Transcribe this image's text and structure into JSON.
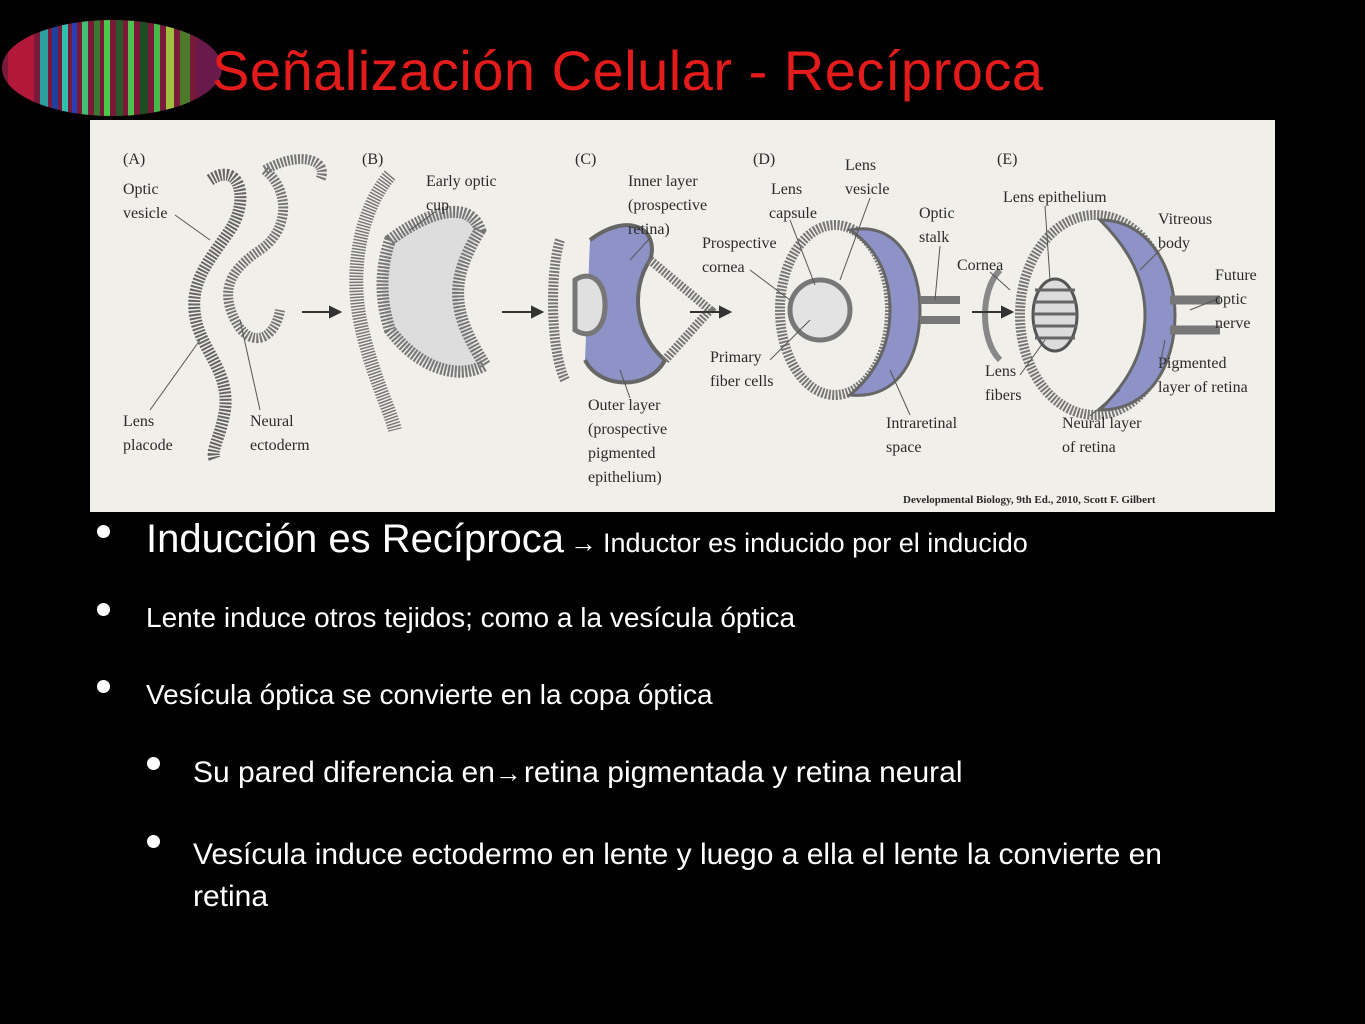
{
  "slide": {
    "title": "Señalización Celular - Recíproca"
  },
  "figure": {
    "panels": [
      {
        "letter": "(A)",
        "labels": [
          "Optic",
          "vesicle",
          "Lens",
          "placode",
          "Neural",
          "ectoderm"
        ]
      },
      {
        "letter": "(B)",
        "labels": [
          "Early optic",
          "cup"
        ]
      },
      {
        "letter": "(C)",
        "labels": [
          "Inner layer",
          "(prospective",
          "retina)",
          "Outer layer",
          "(prospective",
          "pigmented",
          "epithelium)"
        ]
      },
      {
        "letter": "(D)",
        "labels": [
          "Lens",
          "capsule",
          "Lens",
          "vesicle",
          "Optic",
          "stalk",
          "Prospective",
          "cornea",
          "Primary",
          "fiber cells",
          "Intraretinal",
          "space"
        ]
      },
      {
        "letter": "(E)",
        "labels": [
          "Lens epithelium",
          "Vitreous",
          "body",
          "Cornea",
          "Future",
          "optic",
          "nerve",
          "Lens",
          "fibers",
          "Pigmented",
          "layer of retina",
          "Neural layer",
          "of retina"
        ]
      }
    ],
    "credit": "Developmental Biology, 9th Ed., 2010, Scott F. Gilbert"
  },
  "bullets": {
    "b1_main": "Inducción es Recíproca",
    "b1_arrow": "→",
    "b1_sub": "Inductor es inducido por el inducido",
    "b2": "Lente induce otros tejidos; como a la vesícula óptica",
    "b3": "Vesícula óptica se convierte en la copa óptica",
    "b4_pre": "Su pared diferencia en",
    "b4_arrow": "→",
    "b4_post": "retina pigmentada y retina neural",
    "b5": "Vesícula induce ectodermo en lente y luego a ella el lente la convierte en retina"
  },
  "colors": {
    "title": "#e31b1b",
    "background": "#000000",
    "text": "#ffffff",
    "figure_bg": "#f1efe9",
    "tissue_blue": "#8d92c7"
  }
}
